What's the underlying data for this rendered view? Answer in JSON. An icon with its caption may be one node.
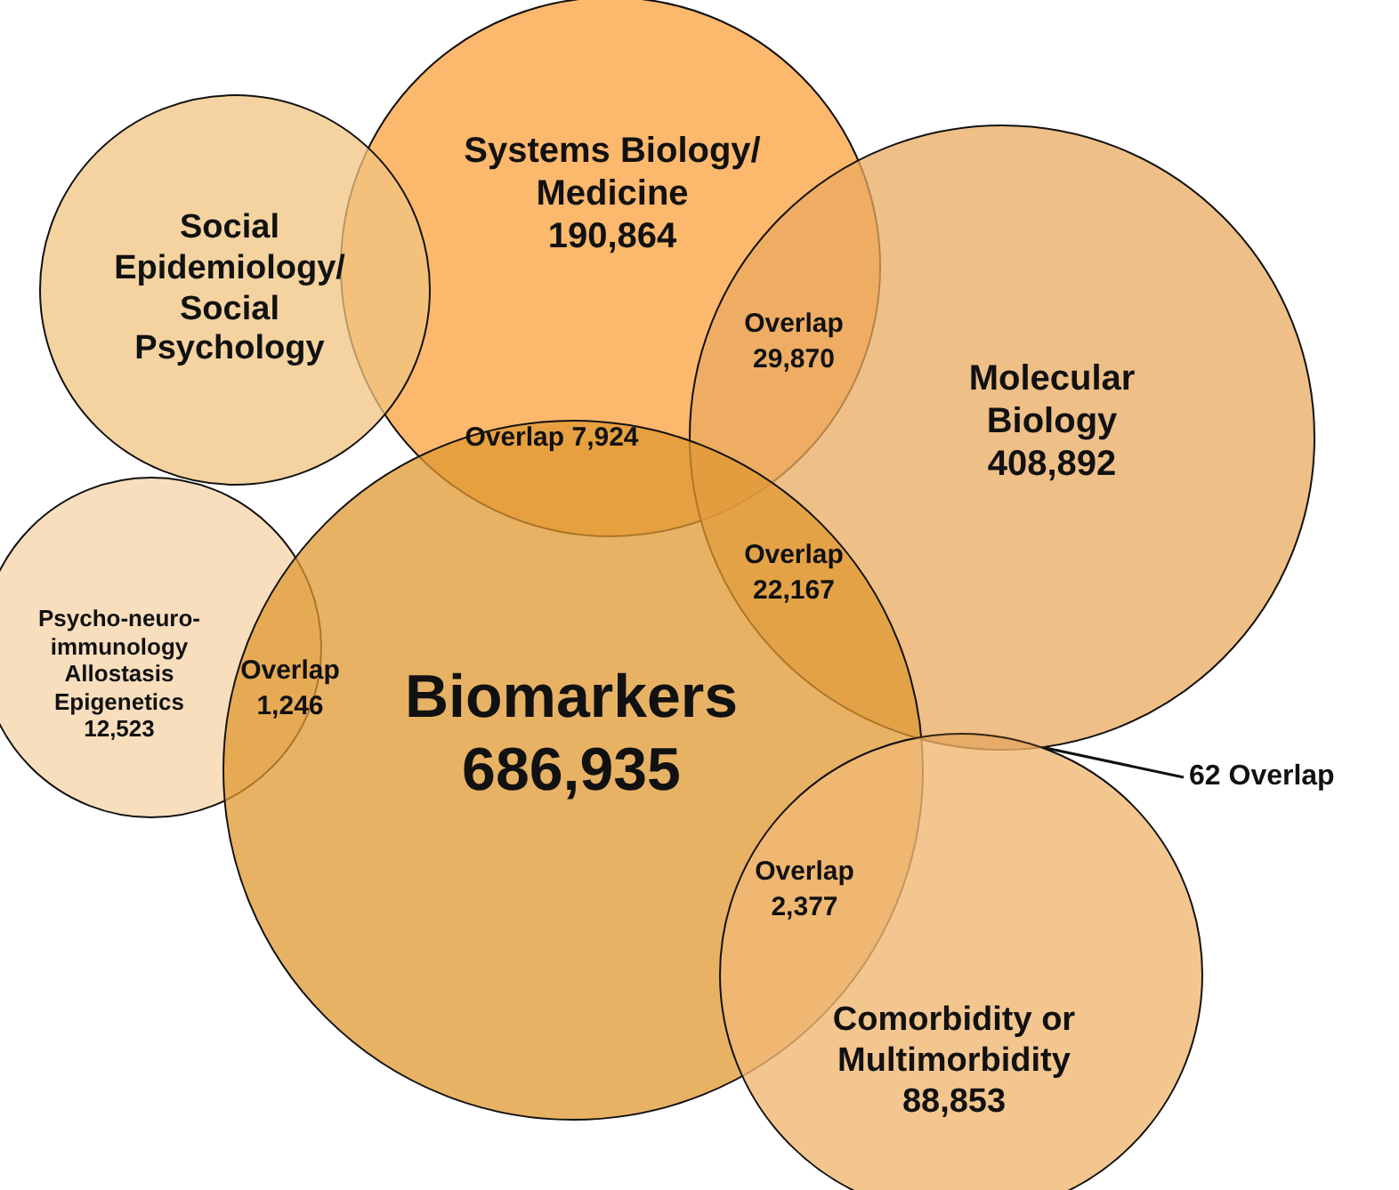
{
  "diagram": {
    "nodes": [
      {
        "text": [
          "Systems Biology/ Medicine",
          "190,864"
        ]
      },
      {
        "text": [
          "Social Epidemiology/ Social Psychology"
        ]
      },
      {
        "text": [
          "Molecular Biology",
          "408,892"
        ]
      },
      {
        "text": [
          "Psycho-neuro-immunology Allostasis Epigenetics",
          "12,523"
        ]
      },
      {
        "text": [
          "Biomarkers",
          "686,935"
        ]
      },
      {
        "text": [
          "Comorbidity or Multimorbidity",
          "88,853"
        ]
      },
      {
        "text": [
          "62 Overlap"
        ]
      },
      {
        "text": [],
        "shape": "lens"
      }
    ],
    "edges": [
      {
        "from": 6,
        "to": 7,
        "arrow": "none"
      }
    ],
    "labels": [
      "Overlap 29,870",
      "Overlap 7,924",
      "Overlap 22,167",
      "Overlap 1,246",
      "Overlap 2,377"
    ]
  }
}
